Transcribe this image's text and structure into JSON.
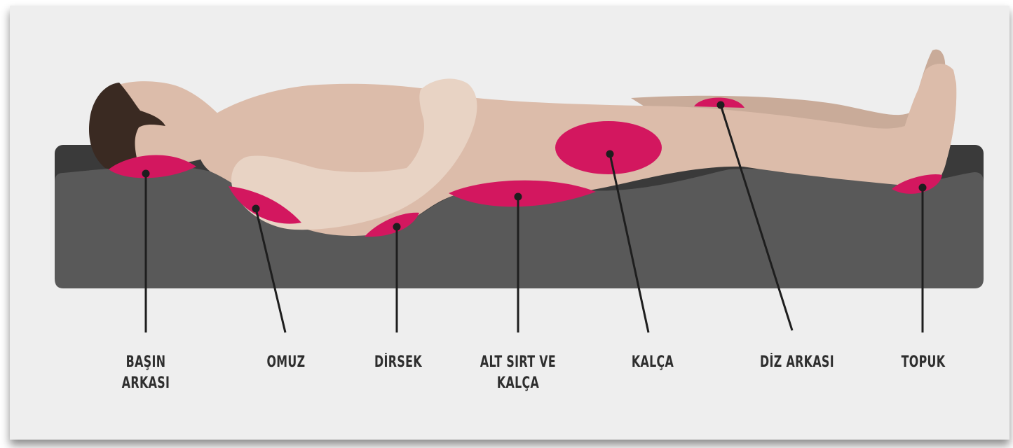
{
  "diagram": {
    "labels": [
      {
        "id": "head",
        "lines": [
          "BAŞIN",
          "ARKASI"
        ]
      },
      {
        "id": "shoulder",
        "lines": [
          "OMUZ"
        ]
      },
      {
        "id": "elbow",
        "lines": [
          "DİRSEK"
        ]
      },
      {
        "id": "lower_back",
        "lines": [
          "ALT SIRT VE",
          "KALÇA"
        ]
      },
      {
        "id": "hip",
        "lines": [
          "KALÇA"
        ]
      },
      {
        "id": "knee",
        "lines": [
          "DİZ ARKASI"
        ]
      },
      {
        "id": "heel",
        "lines": [
          "TOPUK"
        ]
      }
    ],
    "colors": {
      "panel": "#eeeeee",
      "mattress_dark": "#3a3a3a",
      "mattress": "#595959",
      "skin": "#dcbcaa",
      "skin_light": "#e8d3c4",
      "skin_shadow": "#c9ab99",
      "hair": "#3a2a22",
      "pressure": "#d3175f",
      "pointer": "#1e1e1e"
    }
  }
}
